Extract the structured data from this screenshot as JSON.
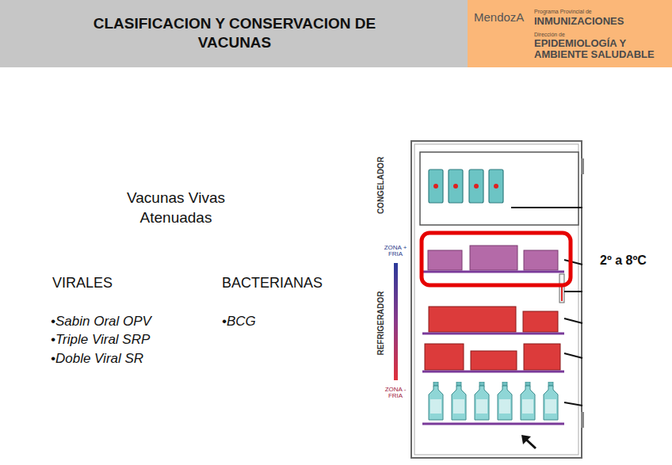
{
  "diagram": {
    "title": "CLASIFICACION Y CONSERVACION DE VACUNAS",
    "nodes": [
      {
        "text": [
          "MendozA",
          "Programa Provincial de",
          "INMUNIZACIONES",
          "Dirección de",
          "EPIDEMIOLOGÍA Y AMBIENTE SALUDABLE"
        ]
      }
    ],
    "labels": [
      "Vacunas Vivas Atenuadas",
      "VIRALES",
      "BACTERIANAS",
      "•Sabin Oral OPV",
      "•Triple Viral SRP",
      "•Doble Viral SR",
      "•BCG",
      "CONGELADOR",
      "REFRIGERADOR",
      "ZONA + FRIA",
      "ZONA - FRIA",
      "2º a 8ºC"
    ]
  }
}
